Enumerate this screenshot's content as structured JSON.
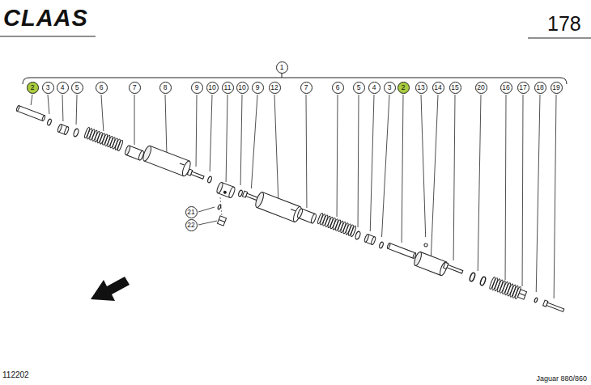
{
  "diagram": {
    "nodes": [
      {
        "text": [
          "1"
        ]
      },
      {
        "text": [
          "2"
        ]
      },
      {
        "text": [
          "3"
        ]
      },
      {
        "text": [
          "4"
        ]
      },
      {
        "text": [
          "5"
        ]
      },
      {
        "text": [
          "6"
        ]
      },
      {
        "text": [
          "7"
        ]
      },
      {
        "text": [
          "8"
        ]
      },
      {
        "text": [
          "9"
        ]
      },
      {
        "text": [
          "10"
        ]
      },
      {
        "text": [
          "11"
        ]
      },
      {
        "text": [
          "10"
        ]
      },
      {
        "text": [
          "9"
        ]
      },
      {
        "text": [
          "12"
        ]
      },
      {
        "text": [
          "7"
        ]
      },
      {
        "text": [
          "6"
        ]
      },
      {
        "text": [
          "5"
        ]
      },
      {
        "text": [
          "4"
        ]
      },
      {
        "text": [
          "3"
        ]
      },
      {
        "text": [
          "2"
        ]
      },
      {
        "text": [
          "13"
        ]
      },
      {
        "text": [
          "14"
        ]
      },
      {
        "text": [
          "15"
        ]
      },
      {
        "text": [
          "20"
        ]
      },
      {
        "text": [
          "16"
        ]
      },
      {
        "text": [
          "17"
        ]
      },
      {
        "text": [
          "18"
        ]
      },
      {
        "text": [
          "19"
        ]
      },
      {
        "text": [
          "21"
        ]
      },
      {
        "text": [
          "22"
        ]
      }
    ],
    "labels": [
      "CLAAS",
      "178",
      "112202",
      "Jaguar 880/860"
    ]
  }
}
